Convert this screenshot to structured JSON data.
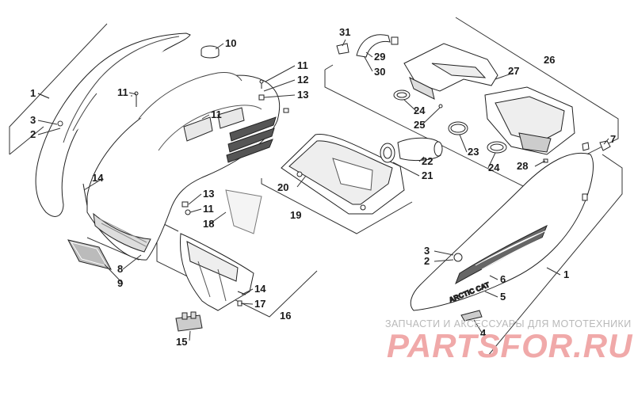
{
  "callouts": [
    {
      "id": "c1a",
      "label": "1"
    },
    {
      "id": "c2a",
      "label": "2"
    },
    {
      "id": "c3a",
      "label": "3"
    },
    {
      "id": "c11a",
      "label": "11"
    },
    {
      "id": "c14a",
      "label": "14"
    },
    {
      "id": "c10",
      "label": "10"
    },
    {
      "id": "c11b",
      "label": "11"
    },
    {
      "id": "c12",
      "label": "12"
    },
    {
      "id": "c13a",
      "label": "13"
    },
    {
      "id": "c11c",
      "label": "11"
    },
    {
      "id": "c13b",
      "label": "13"
    },
    {
      "id": "c11d",
      "label": "11"
    },
    {
      "id": "c18",
      "label": "18"
    },
    {
      "id": "c8",
      "label": "8"
    },
    {
      "id": "c9",
      "label": "9"
    },
    {
      "id": "c14b",
      "label": "14"
    },
    {
      "id": "c17",
      "label": "17"
    },
    {
      "id": "c16",
      "label": "16"
    },
    {
      "id": "c15",
      "label": "15"
    },
    {
      "id": "c20",
      "label": "20"
    },
    {
      "id": "c19",
      "label": "19"
    },
    {
      "id": "c21",
      "label": "21"
    },
    {
      "id": "c22",
      "label": "22"
    },
    {
      "id": "c31",
      "label": "31"
    },
    {
      "id": "c29",
      "label": "29"
    },
    {
      "id": "c30",
      "label": "30"
    },
    {
      "id": "c26",
      "label": "26"
    },
    {
      "id": "c27",
      "label": "27"
    },
    {
      "id": "c24a",
      "label": "24"
    },
    {
      "id": "c25",
      "label": "25"
    },
    {
      "id": "c23",
      "label": "23"
    },
    {
      "id": "c24b",
      "label": "24"
    },
    {
      "id": "c28",
      "label": "28"
    },
    {
      "id": "c7",
      "label": "7"
    },
    {
      "id": "c3b",
      "label": "3"
    },
    {
      "id": "c2b",
      "label": "2"
    },
    {
      "id": "c1b",
      "label": "1"
    },
    {
      "id": "c6",
      "label": "6"
    },
    {
      "id": "c5",
      "label": "5"
    },
    {
      "id": "c4",
      "label": "4"
    }
  ],
  "decal": {
    "brand": "ARCTIC CAT"
  },
  "watermark": {
    "tagline": "ЗАПЧАСТИ И АКСЕССУАРЫ ДЛЯ МОТОТЕХНИКИ",
    "site": "PARTSFOR.RU"
  }
}
